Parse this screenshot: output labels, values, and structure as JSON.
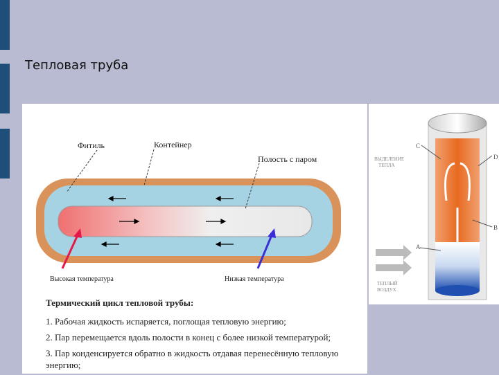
{
  "slide": {
    "title": "Тепловая труба"
  },
  "diagram": {
    "label_wick": "Фитиль",
    "label_container": "Контейнер",
    "label_cavity": "Полость с паром",
    "label_high_temp": "Высокая температура",
    "label_low_temp": "Низкая температура"
  },
  "cycle": {
    "title": "Термический цикл тепловой трубы:",
    "steps": [
      "1. Рабочая жидкость испаряется, поглощая тепловую энергию;",
      "2. Пар перемещается вдоль полости в конец с более низкой температурой;",
      "3. Пар конденсируется обратно в жидкость отдавая перенесённую тепловую энергию;"
    ]
  },
  "cylinder": {
    "label_heat_release": "ВЫДЕЛЕНИЕ\nТЕПЛА",
    "label_warm_air": "ТЕПЛЫЙ\nВОЗДУХ",
    "marker_c": "C",
    "marker_d": "D",
    "marker_b": "B",
    "marker_a": "A"
  },
  "colors": {
    "background": "#b8bbd2",
    "accent_bar": "#1f4e79",
    "container": "#d9925a",
    "wick": "#9fcfe0",
    "hot_arrow": "#e8174a",
    "cold_arrow": "#3a2ed8"
  }
}
